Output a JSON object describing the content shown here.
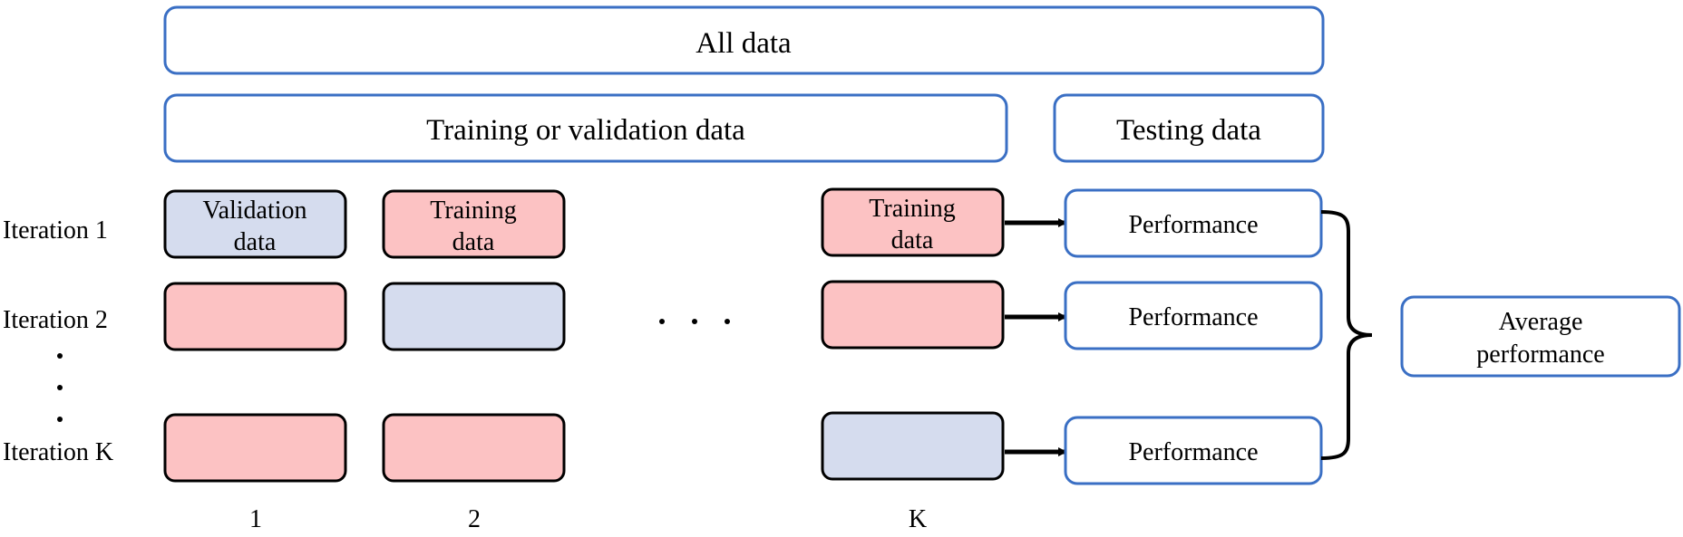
{
  "header": {
    "all_data": "All data",
    "training_or_validation": "Training or validation data",
    "testing": "Testing data"
  },
  "iterations": [
    {
      "label": "Iteration 1",
      "folds": [
        "validation",
        "training",
        "training"
      ]
    },
    {
      "label": "Iteration 2",
      "folds": [
        "training",
        "validation",
        "training"
      ]
    },
    {
      "label": "Iteration K",
      "folds": [
        "training",
        "training",
        "validation"
      ]
    }
  ],
  "fold_text": {
    "validation": [
      "Validation",
      "data"
    ],
    "training": [
      "Training",
      "data"
    ]
  },
  "fold_numbers": [
    "1",
    "2",
    "K"
  ],
  "performance_label": "Performance",
  "average": [
    "Average",
    "performance"
  ],
  "colors": {
    "outline_blue": "#3a6fc4",
    "validation_fill": "#d5dcee",
    "training_fill": "#fcc2c3",
    "fold_border": "#000000"
  }
}
